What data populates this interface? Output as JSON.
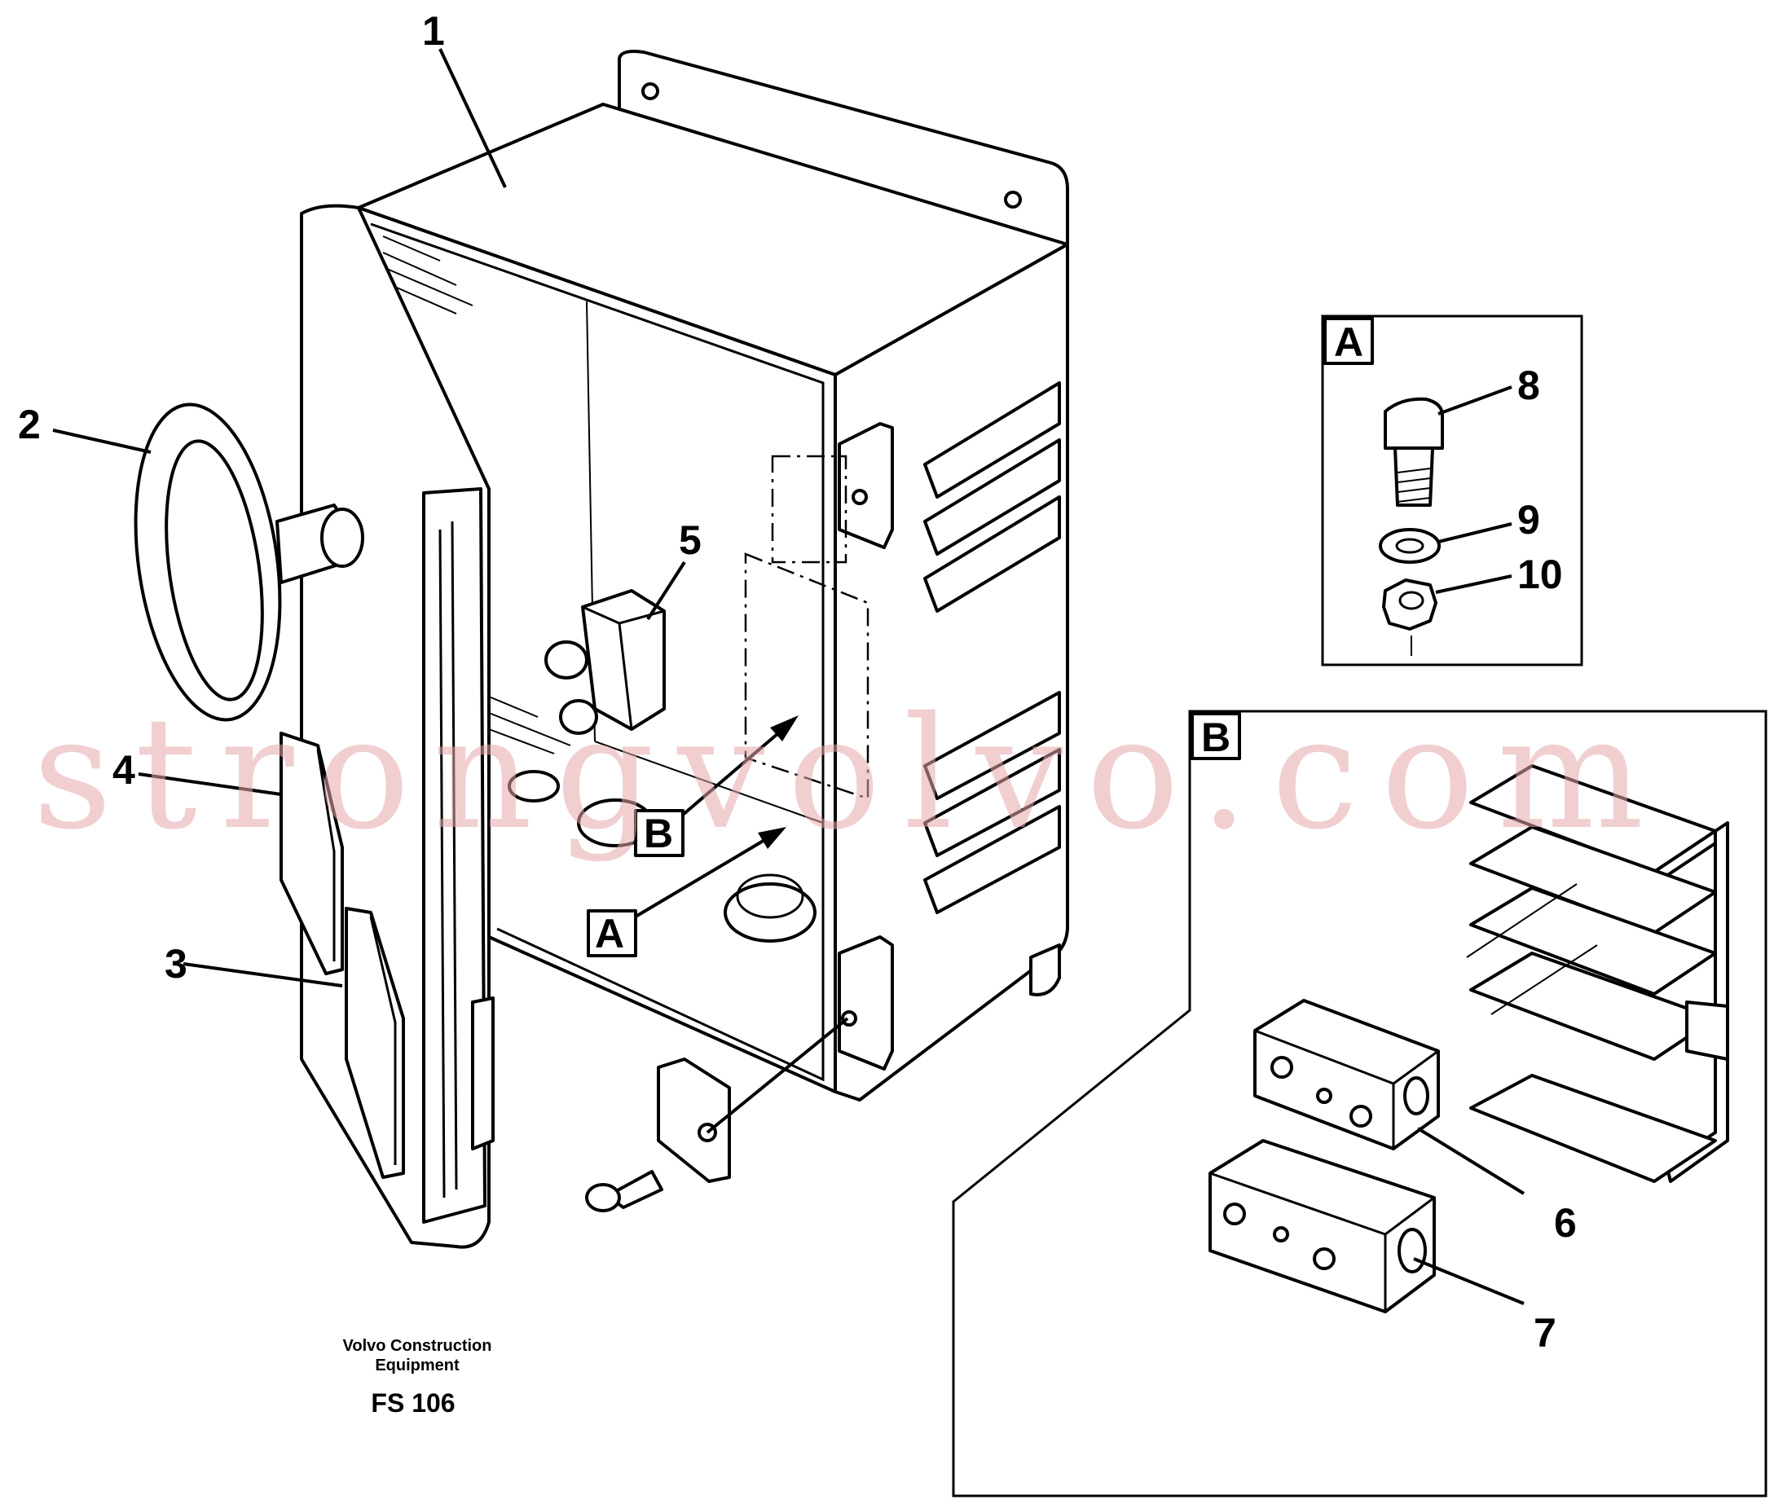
{
  "part_labels": {
    "p1": "1",
    "p2": "2",
    "p3": "3",
    "p4": "4",
    "p5": "5",
    "p6": "6",
    "p7": "7",
    "p8": "8",
    "p9": "9",
    "p10": "10"
  },
  "detail_views": {
    "a": "A",
    "b": "B"
  },
  "footer": {
    "company_line1": "Volvo Construction",
    "company_line2": "Equipment",
    "figure_code": "FS 106"
  },
  "watermark": "strongvolvo.com"
}
